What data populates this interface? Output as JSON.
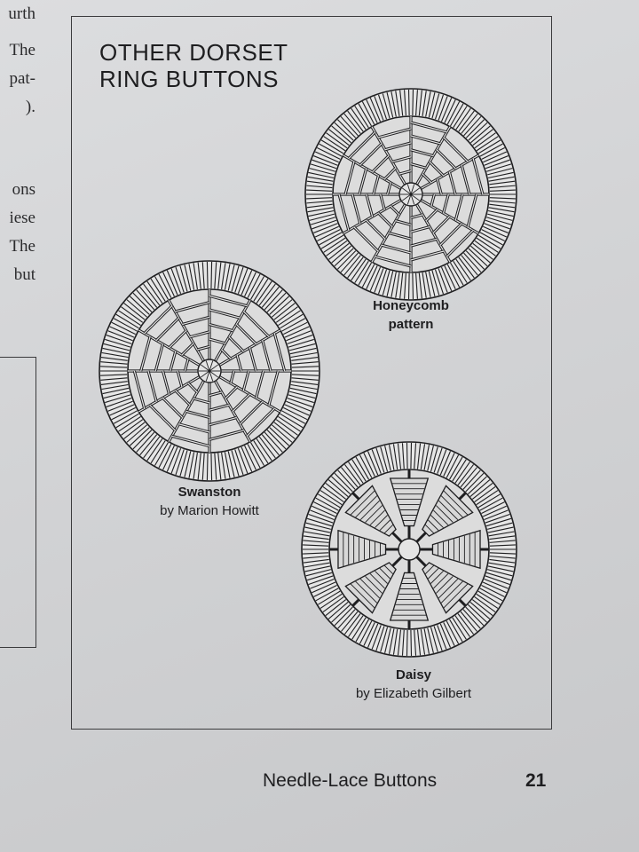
{
  "left_column": {
    "fragments": [
      "urth",
      "The",
      "pat-",
      ").",
      "ons",
      "iese",
      "The",
      "but"
    ]
  },
  "figure": {
    "title_lines": [
      "OTHER DORSET",
      "RING BUTTONS"
    ],
    "buttons": [
      {
        "caption_name": "Honeycomb",
        "caption_line2": "pattern",
        "pattern": "honeycomb"
      },
      {
        "caption_name": "Swanston",
        "caption_line2": "by Marion Howitt",
        "pattern": "honeycomb"
      },
      {
        "caption_name": "Daisy",
        "caption_line2": "by Elizabeth Gilbert",
        "pattern": "daisy"
      }
    ]
  },
  "footer": {
    "title": "Needle-Lace Buttons",
    "page_number": "21"
  },
  "colors": {
    "page": "#d4d5d7",
    "ink": "#1e1e20"
  }
}
